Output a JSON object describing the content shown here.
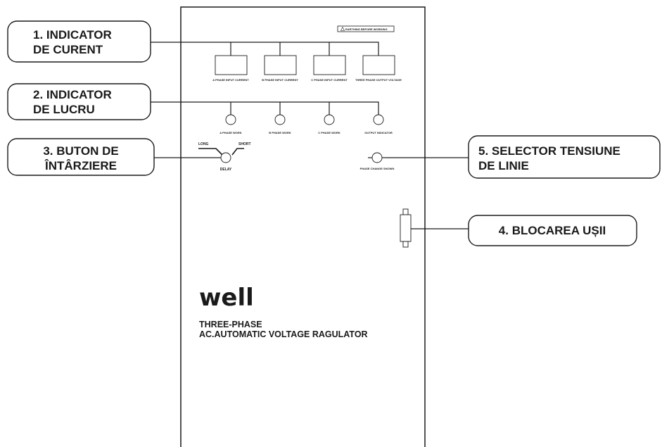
{
  "callouts": {
    "current_indicator": [
      "1. INDICATOR",
      "DE CURENT"
    ],
    "work_indicator": [
      "2. INDICATOR",
      "DE LUCRU"
    ],
    "delay_button": [
      "3. BUTON DE",
      "ÎNTÂRZIERE"
    ],
    "door_lock": [
      "4. BLOCAREA UȘII"
    ],
    "line_voltage_selector": [
      "5. SELECTOR TENSIUNE",
      "DE LINIE"
    ]
  },
  "panel": {
    "warning": "EARTHING BEFORE WORKING",
    "meters": [
      "A PHASE INPUT CURRENT",
      "B PHASE INPUT CURRENT",
      "C PHASE INPUT CURRENT",
      "THREE PHASE OUTPUT VOLTAGE"
    ],
    "lamps": [
      "A PHASE WORK",
      "B PHASE WORK",
      "C PHASE WORK",
      "OUTPUT INDICATOR"
    ],
    "delay": {
      "long": "LONG",
      "short": "SHORT",
      "label": "DELAY"
    },
    "phase_change": "PHASE CHANGE SHOWN",
    "brand": "well",
    "brand_mark": "®",
    "product_title": [
      "THREE-PHASE",
      "AC.AUTOMATIC VOLTAGE RAGULATOR"
    ]
  }
}
